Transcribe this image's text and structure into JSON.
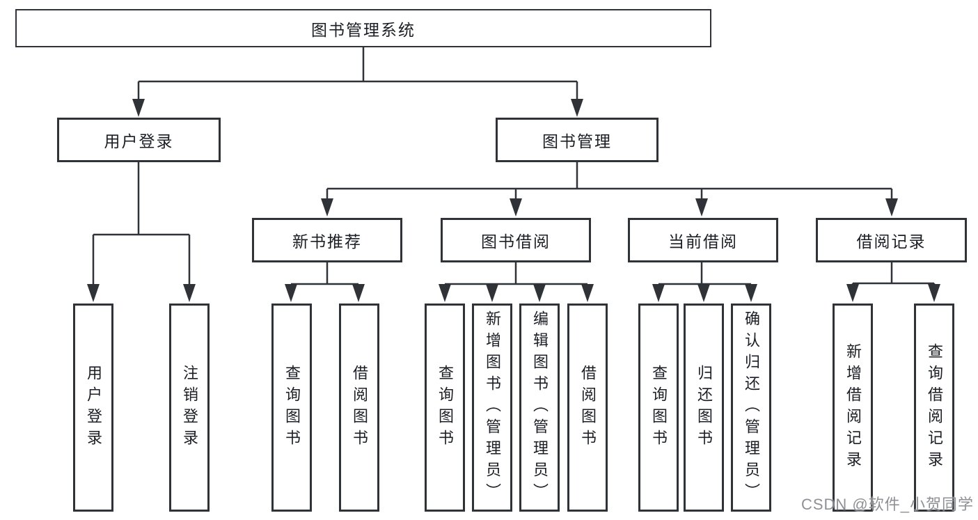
{
  "diagram": {
    "root": {
      "label": "图书管理系统"
    },
    "branches": [
      {
        "label": "用户登录",
        "children": [
          {
            "label": "用户登录"
          },
          {
            "label": "注销登录"
          }
        ]
      },
      {
        "label": "图书管理",
        "sections": [
          {
            "label": "新书推荐",
            "children": [
              {
                "label": "查询图书"
              },
              {
                "label": "借阅图书"
              }
            ]
          },
          {
            "label": "图书借阅",
            "children": [
              {
                "label": "查询图书"
              },
              {
                "label": "新增图书（管理员）"
              },
              {
                "label": "编辑图书（管理员）"
              },
              {
                "label": "借阅图书"
              }
            ]
          },
          {
            "label": "当前借阅",
            "children": [
              {
                "label": "查询图书"
              },
              {
                "label": "归还图书"
              },
              {
                "label": "确认归还（管理员）"
              }
            ]
          },
          {
            "label": "借阅记录",
            "children": [
              {
                "label": "新增借阅记录"
              },
              {
                "label": "查询借阅记录"
              }
            ]
          }
        ]
      }
    ],
    "watermark": "CSDN @软件_小贺同学",
    "colors": {
      "line": "#2f3338",
      "text": "#1b1e24",
      "watermark": "#84878c",
      "background": "#ffffff"
    }
  }
}
